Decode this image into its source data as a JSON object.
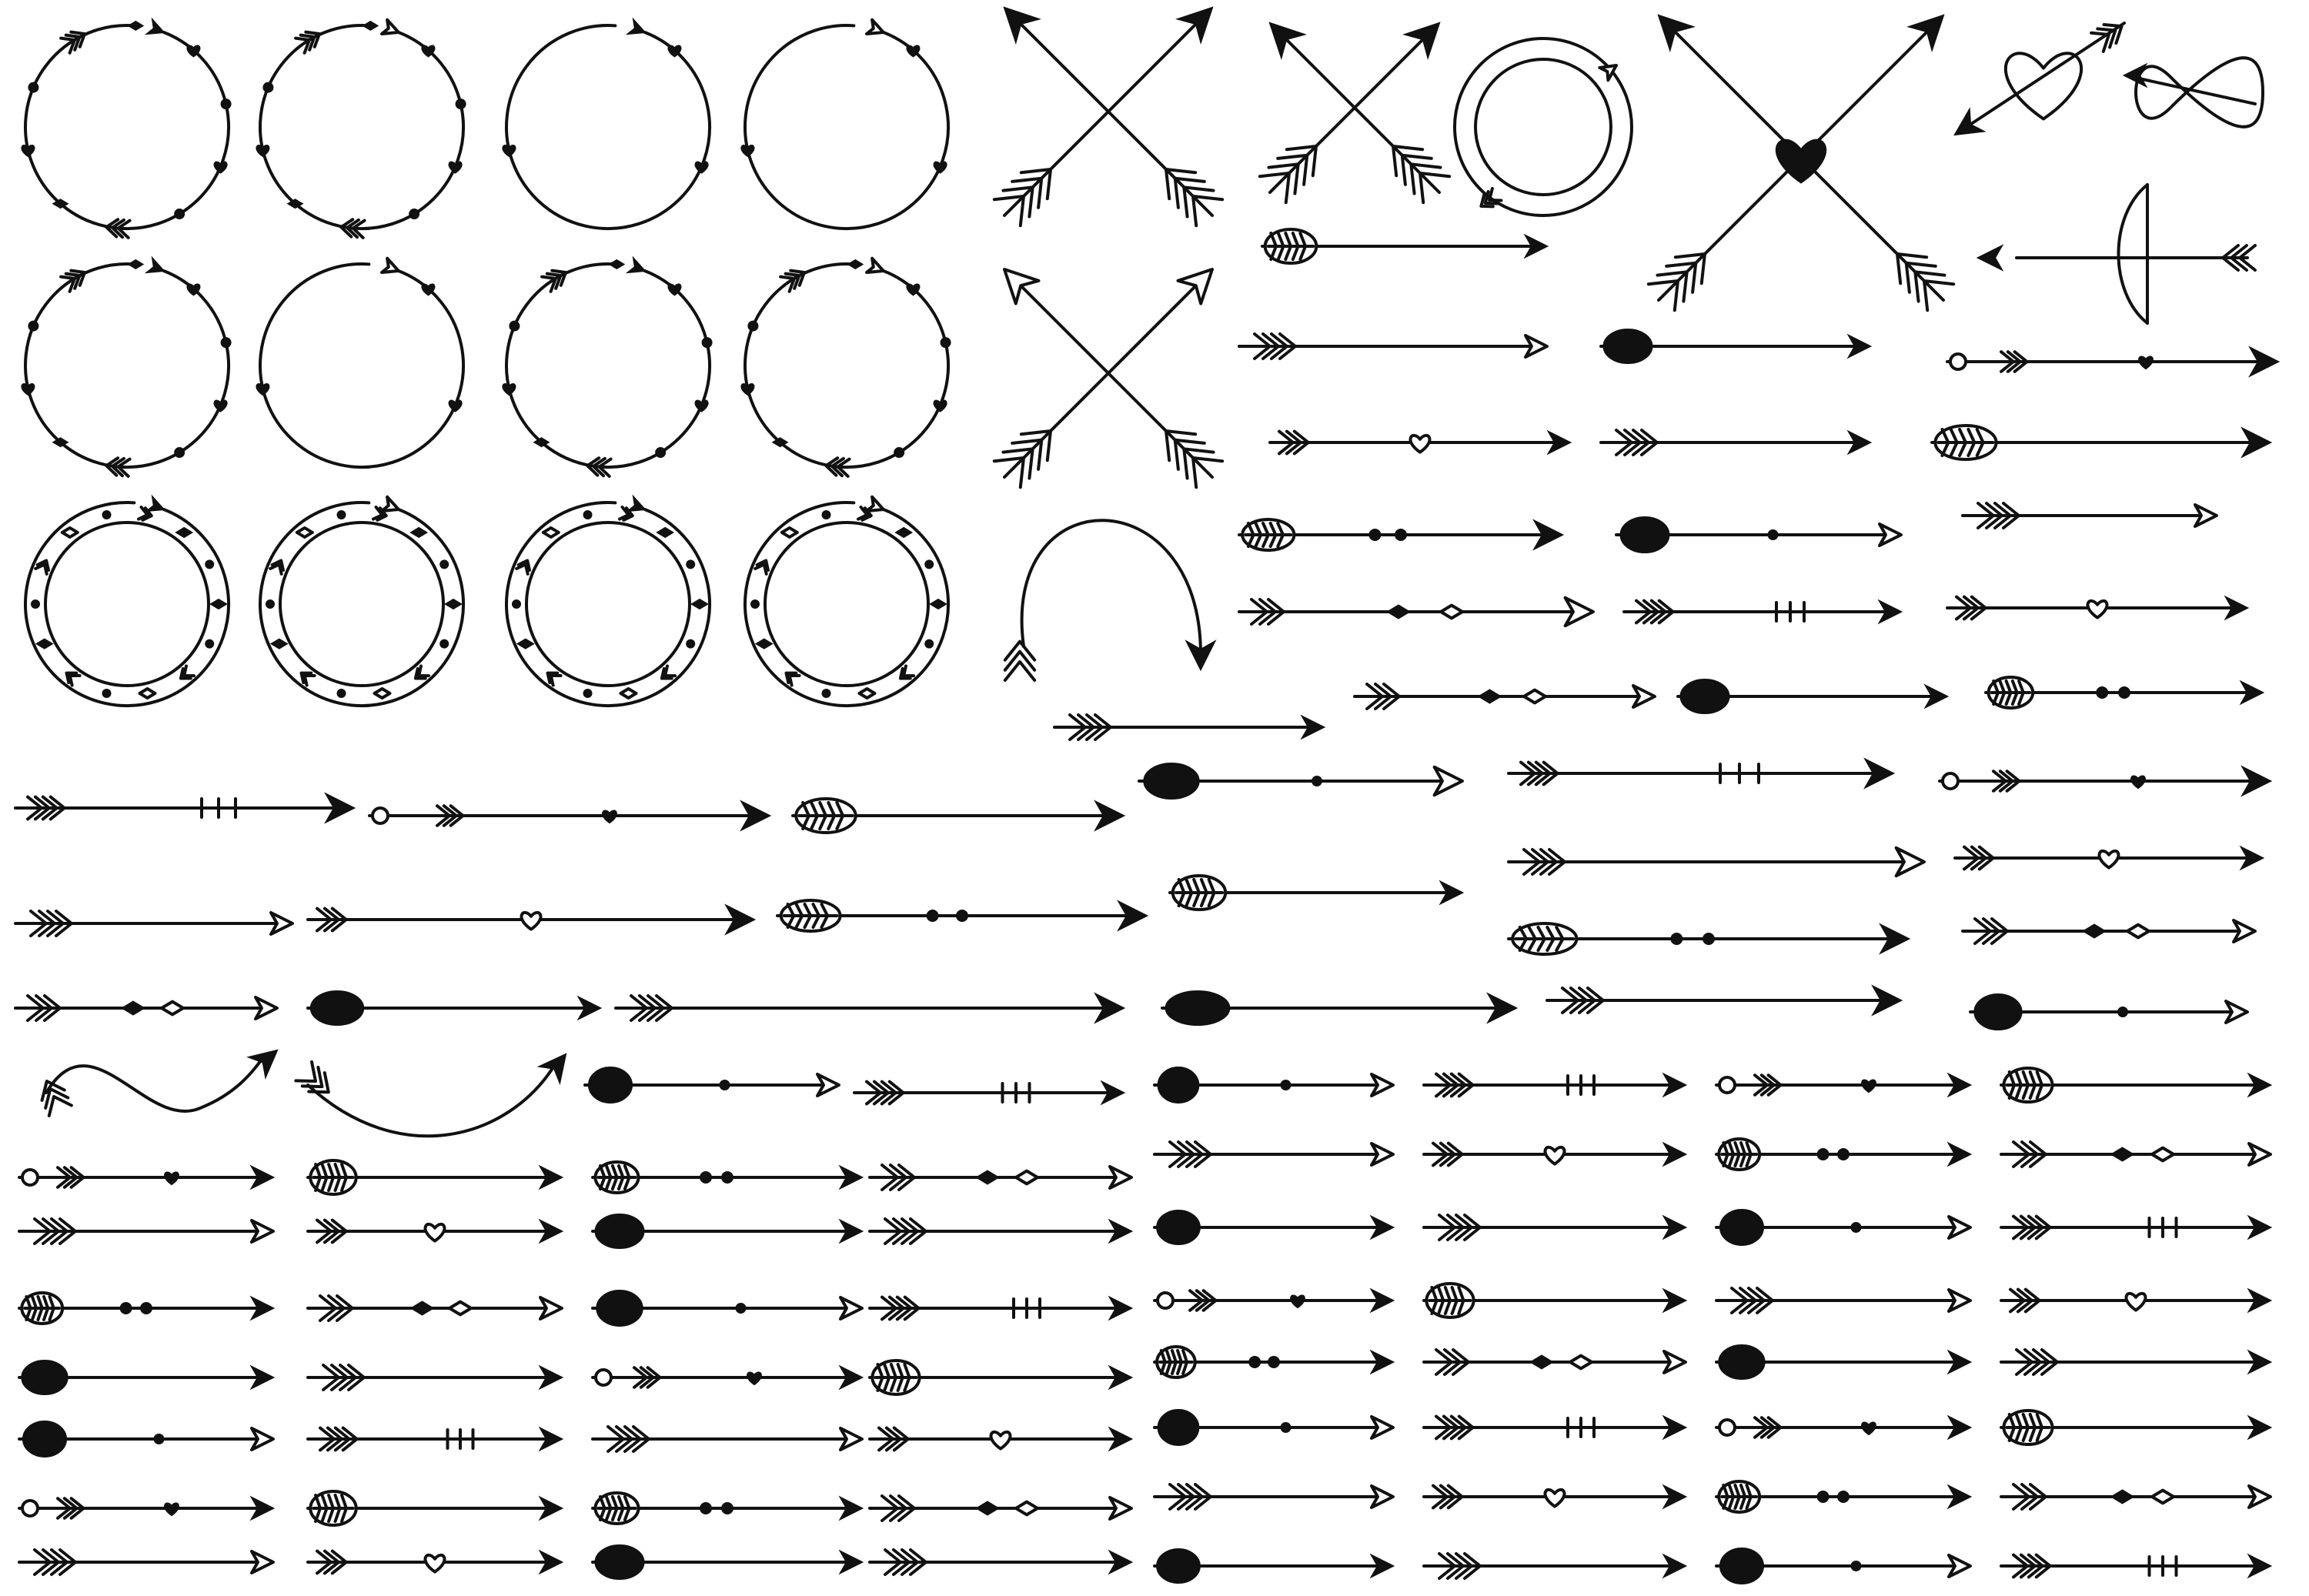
{
  "canvas": {
    "background": "#ffffff",
    "ink": "#111111"
  },
  "wreaths": [
    {
      "style": "arrows-dots-hearts",
      "icon": "arrow-wreath-icon"
    },
    {
      "style": "arrows-hearts-dots",
      "icon": "arrow-wreath-icon"
    },
    {
      "style": "plain-double-arrow",
      "icon": "arrow-wreath-icon"
    },
    {
      "style": "plain-dots-heart",
      "icon": "arrow-wreath-icon"
    },
    {
      "style": "feathers-leaves",
      "icon": "arrow-wreath-icon"
    },
    {
      "style": "plain-double-arrow",
      "icon": "arrow-wreath-icon"
    },
    {
      "style": "open-arrows-dots",
      "icon": "arrow-wreath-icon"
    },
    {
      "style": "tribal-beads",
      "icon": "arrow-wreath-icon"
    },
    {
      "style": "double-ring-feathers",
      "icon": "double-wreath-icon"
    },
    {
      "style": "double-ring-floral",
      "icon": "double-wreath-icon"
    },
    {
      "style": "double-ring-diamonds",
      "icon": "double-wreath-icon"
    },
    {
      "style": "double-ring-leaves",
      "icon": "double-wreath-icon"
    }
  ],
  "crossed_arrows": [
    {
      "style": "solid-heads",
      "icon": "crossed-arrows-icon"
    },
    {
      "style": "solid-heads-small",
      "icon": "crossed-arrows-icon"
    },
    {
      "style": "open-heads",
      "icon": "crossed-arrows-icon"
    },
    {
      "style": "heart-center",
      "icon": "crossed-arrows-heart-icon"
    }
  ],
  "specials": [
    {
      "style": "arrow-wreath-small",
      "icon": "arrow-wreath-icon"
    },
    {
      "style": "arrow-through-heart",
      "icon": "arrow-through-heart-icon"
    },
    {
      "style": "infinity-arrow",
      "icon": "infinity-arrow-icon"
    },
    {
      "style": "bow-and-arrow",
      "icon": "bow-and-arrow-icon"
    },
    {
      "style": "curved-arrow",
      "icon": "curved-arrow-icon"
    },
    {
      "style": "wavy-arrow",
      "icon": "wavy-arrow-icon"
    },
    {
      "style": "swoosh-arrow",
      "icon": "swoosh-arrow-icon"
    }
  ],
  "arrow_styles": [
    "feathered",
    "tribal",
    "dotted",
    "heart",
    "beaded",
    "boho",
    "double",
    "divider"
  ]
}
